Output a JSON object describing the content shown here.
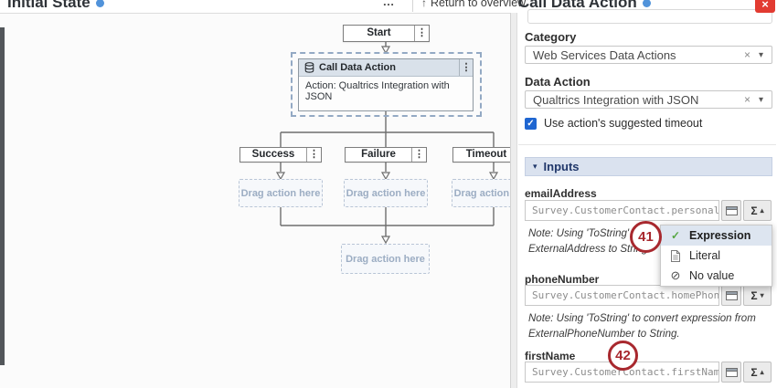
{
  "header": {
    "canvas_title": "Initial State",
    "panel_title": "Call Data Action",
    "return_label": "Return to overview"
  },
  "icons": {
    "kebab": "⋮",
    "ellipsis": "…",
    "return_arrow": "↑",
    "close": "×",
    "clear": "×",
    "caret_down": "▾",
    "check": "✓",
    "no_value": "⊘",
    "sigma": "Σ"
  },
  "flow": {
    "start_label": "Start",
    "action_node": {
      "title": "Call Data Action",
      "body": "Action: Qualtrics Integration with JSON"
    },
    "branches": [
      {
        "label": "Success"
      },
      {
        "label": "Failure"
      },
      {
        "label": "Timeout"
      }
    ],
    "drag_placeholder": "Drag action here"
  },
  "panel": {
    "category": {
      "label": "Category",
      "value": "Web Services Data Actions"
    },
    "data_action": {
      "label": "Data Action",
      "value": "Qualtrics Integration with JSON"
    },
    "timeout_checkbox": {
      "label": "Use action's suggested timeout",
      "checked": true
    },
    "inputs_section_title": "Inputs",
    "inputs": [
      {
        "name": "emailAddress",
        "value": "Survey.CustomerContact.personalEmail",
        "sigma_arrow": "▴",
        "note": "Note: Using 'ToString' to convert expression from ExternalAddress to String."
      },
      {
        "name": "phoneNumber",
        "value": "Survey.CustomerContact.homePhone",
        "sigma_arrow": "▾",
        "note": "Note: Using 'ToString' to convert expression from ExternalPhoneNumber to String."
      },
      {
        "name": "firstName",
        "value": "Survey.CustomerContact.firstName",
        "sigma_arrow": "▴",
        "note": ""
      }
    ]
  },
  "value_menu": {
    "items": [
      {
        "label": "Expression",
        "selected": true
      },
      {
        "label": "Literal",
        "selected": false
      },
      {
        "label": "No value",
        "selected": false
      }
    ]
  },
  "annotations": [
    {
      "number": "41"
    },
    {
      "number": "42"
    }
  ],
  "colors": {
    "annotation_red": "#a8282e",
    "close_red": "#e23b31",
    "checkbox_blue": "#1f66d1",
    "inputs_bar_bg": "#dae2ef",
    "inputs_bar_text": "#21386b",
    "menu_highlight": "#dde5f0",
    "check_green": "#57a744",
    "selection_dash": "#93a9c4"
  }
}
